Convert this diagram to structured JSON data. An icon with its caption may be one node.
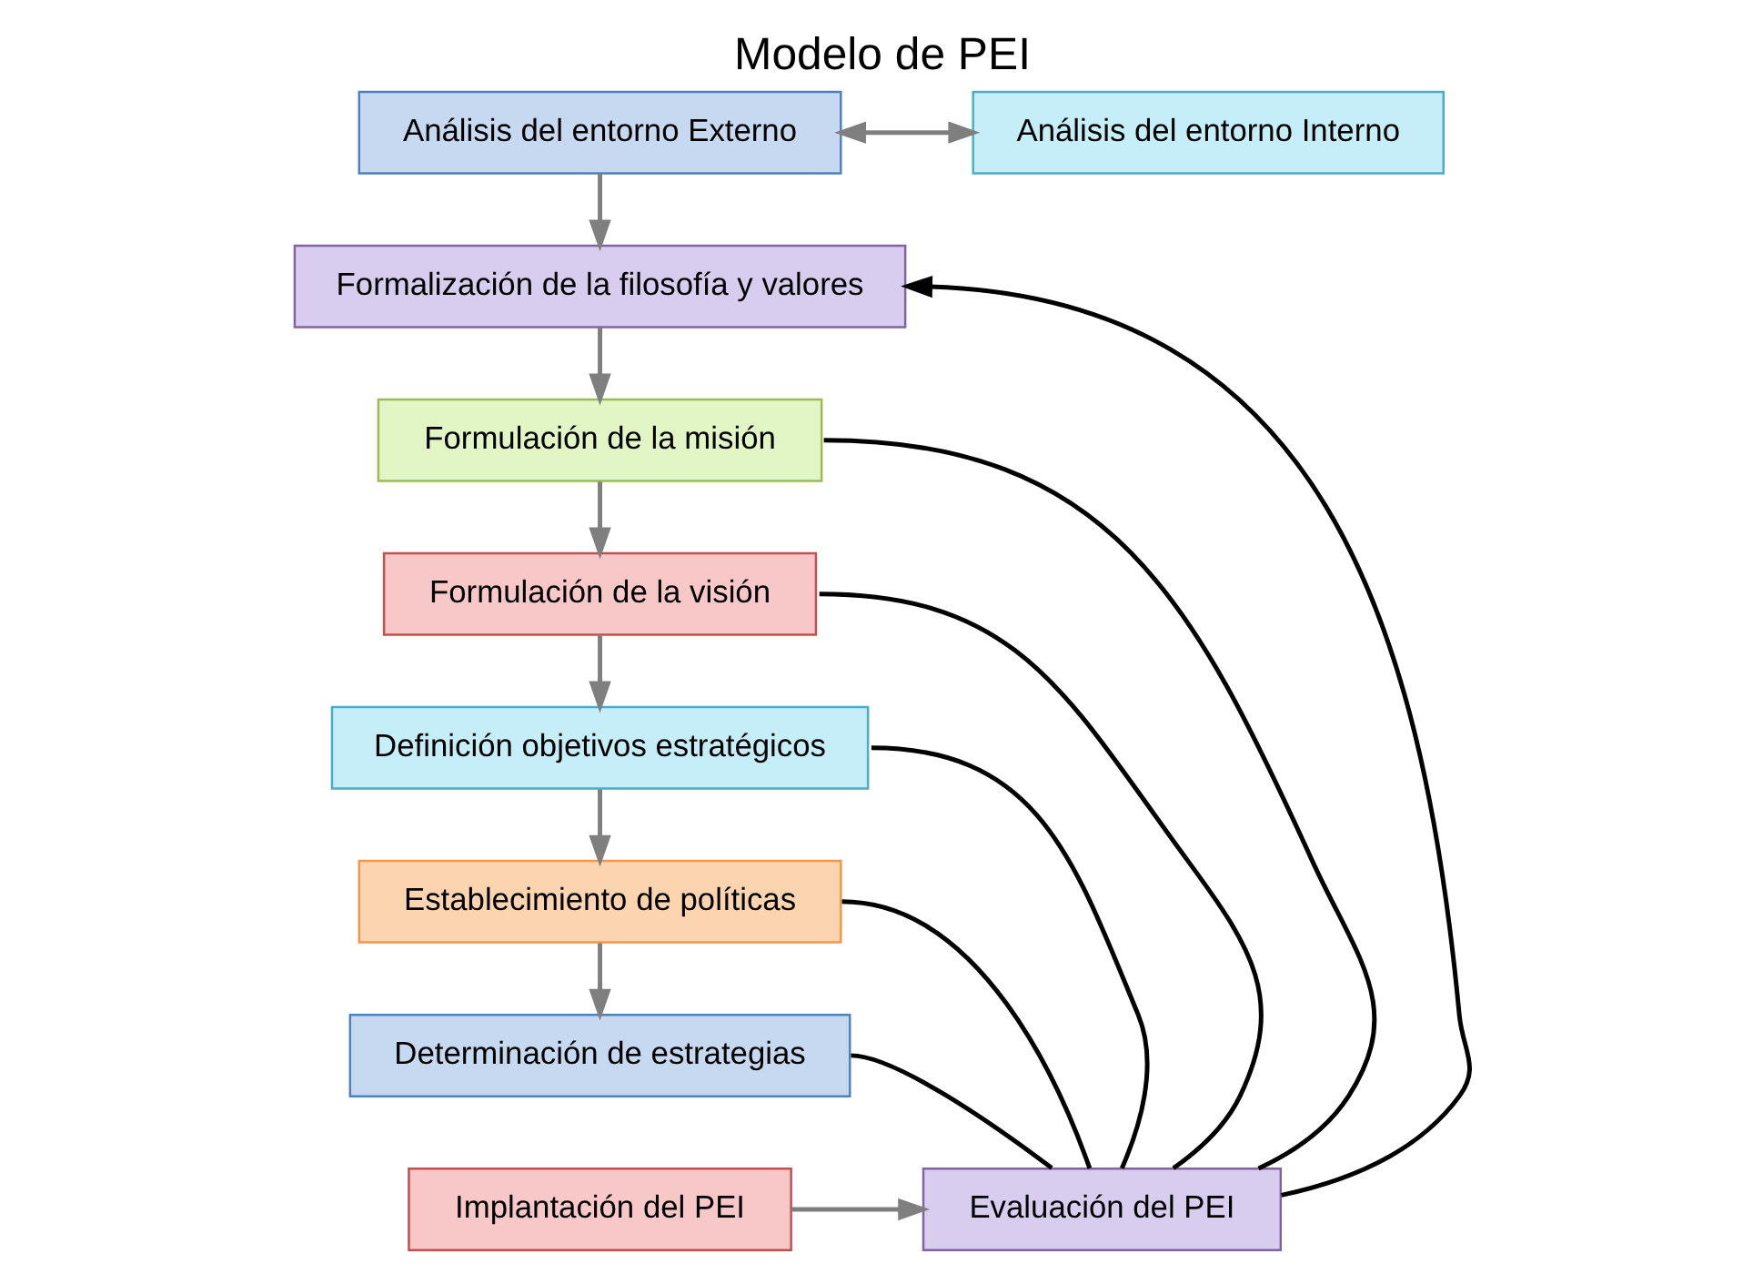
{
  "diagram": {
    "title": "Modelo de PEI",
    "nodes": [
      {
        "text": [
          "Análisis del entorno Externo"
        ]
      },
      {
        "text": [
          "Análisis del entorno Interno"
        ]
      },
      {
        "text": [
          "Formalización de la filosofía y valores"
        ]
      },
      {
        "text": [
          "Formulación de la misión"
        ]
      },
      {
        "text": [
          "Formulación de la visión"
        ]
      },
      {
        "text": [
          "Definición objetivos estratégicos"
        ]
      },
      {
        "text": [
          "Establecimiento de políticas"
        ]
      },
      {
        "text": [
          "Determinación de estrategias"
        ]
      },
      {
        "text": [
          "Implantación del PEI"
        ]
      },
      {
        "text": [
          "Evaluación del PEI"
        ]
      }
    ],
    "edges": [
      {
        "from": 0,
        "to": 1,
        "arrow": "both"
      },
      {
        "from": 0,
        "to": 2,
        "arrow": "to"
      },
      {
        "from": 2,
        "to": 3,
        "arrow": "to"
      },
      {
        "from": 3,
        "to": 4,
        "arrow": "to"
      },
      {
        "from": 4,
        "to": 5,
        "arrow": "to"
      },
      {
        "from": 5,
        "to": 6,
        "arrow": "to"
      },
      {
        "from": 6,
        "to": 7,
        "arrow": "to"
      },
      {
        "from": 8,
        "to": 9,
        "arrow": "to"
      },
      {
        "from": 9,
        "to": 2,
        "arrow": "to",
        "color": "#000000"
      },
      {
        "from": 9,
        "to": 3,
        "arrow": "none",
        "color": "#000000"
      },
      {
        "from": 9,
        "to": 4,
        "arrow": "none",
        "color": "#000000"
      },
      {
        "from": 9,
        "to": 5,
        "arrow": "none",
        "color": "#000000"
      },
      {
        "from": 9,
        "to": 6,
        "arrow": "none",
        "color": "#000000"
      },
      {
        "from": 9,
        "to": 7,
        "arrow": "none",
        "color": "#000000"
      }
    ]
  }
}
